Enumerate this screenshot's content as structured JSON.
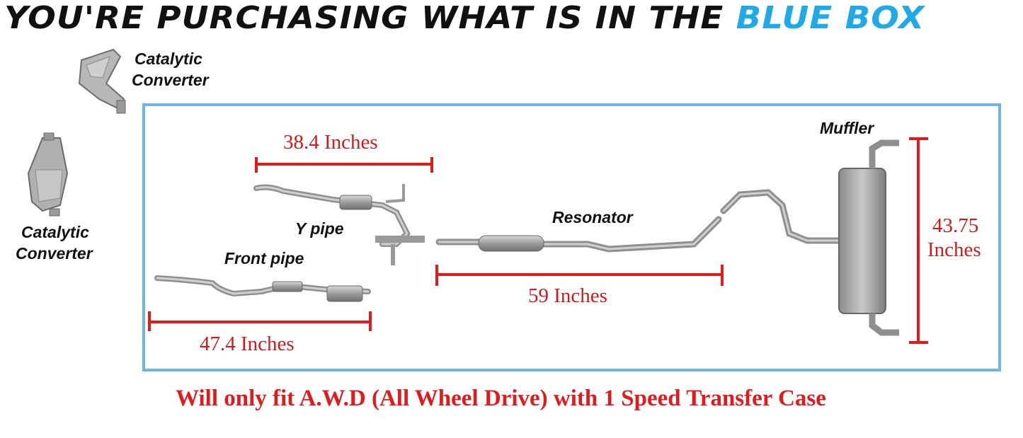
{
  "headline": {
    "prefix": "YOU'RE PURCHASING WHAT IS IN THE",
    "highlight": "BLUE BOX",
    "highlight_color": "#1fa9e6"
  },
  "labels": {
    "cat_converter_top": [
      "Catalytic",
      "Converter"
    ],
    "cat_converter_left": [
      "Catalytic",
      "Converter"
    ],
    "y_pipe": "Y pipe",
    "front_pipe": "Front pipe",
    "resonator": "Resonator",
    "muffler": "Muffler"
  },
  "dimensions": {
    "y_pipe_length": "38.4  Inches",
    "front_pipe_length": "47.4  Inches",
    "resonator_length": "59 Inches",
    "muffler_height_value": "43.75",
    "muffler_height_unit": "Inches"
  },
  "footer": "Will only fit A.W.D (All Wheel Drive) with 1 Speed Transfer Case",
  "colors": {
    "box_border": "#6fb6e6",
    "dimension_red": "#e11b1b",
    "pipe_gray": "#a8a8a8"
  },
  "icons": {
    "catalytic_converter": "catalytic-converter-icon",
    "y_pipe": "y-pipe-icon",
    "front_pipe": "front-pipe-icon",
    "resonator": "resonator-icon",
    "muffler": "muffler-icon"
  }
}
